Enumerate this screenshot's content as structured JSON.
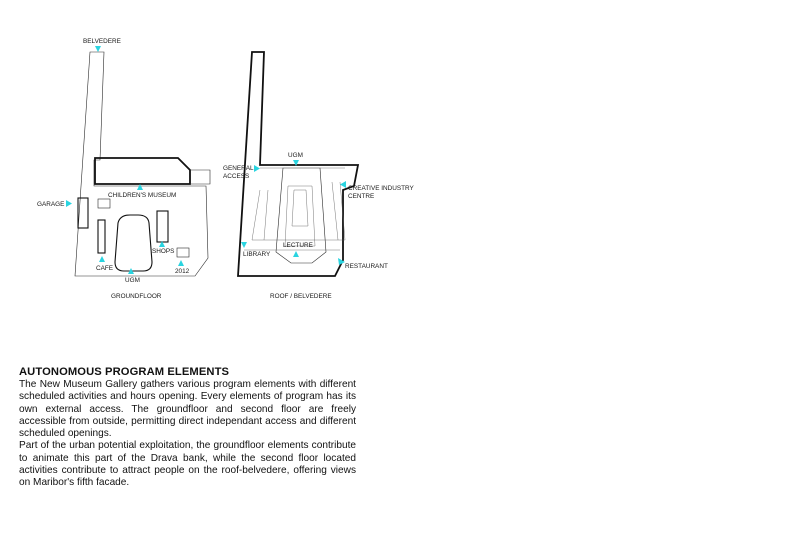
{
  "plans": {
    "groundfloor": {
      "title": "GROUNDFLOOR",
      "labels": {
        "belvedere": "BELVEDERE",
        "childrens_museum": "CHILDREN'S MUSEUM",
        "garage": "GARAGE",
        "shops": "SHOPS",
        "cafe": "CAFE",
        "ugm": "UGM",
        "year": "2012"
      }
    },
    "roof": {
      "title": "ROOF / BELVEDERE",
      "labels": {
        "ugm": "UGM",
        "general_access_1": "GENERAL",
        "general_access_2": "ACCESS",
        "creative_1": "CREATIVE INDUSTRY",
        "creative_2": "CENTRE",
        "lecture": "LECTURE",
        "library": "LIBRARY",
        "restaurant": "RESTAURANT"
      }
    },
    "arrow_color": "#2ad4e0"
  },
  "text": {
    "heading": "AUTONOMOUS PROGRAM ELEMENTS",
    "paragraph1": "The New Museum Gallery gathers various program elements with different scheduled activities and hours opening. Every elements of program has its own external access. The groundfloor and second floor are freely accessible from outside, permitting direct independant access and different scheduled openings.",
    "paragraph2": "Part of the urban potential exploitation, the groundfloor elements contribute to animate this part of the Drava bank, while the second floor located activities contribute to attract people on the roof-belvedere, offering views on Maribor's fifth facade."
  }
}
